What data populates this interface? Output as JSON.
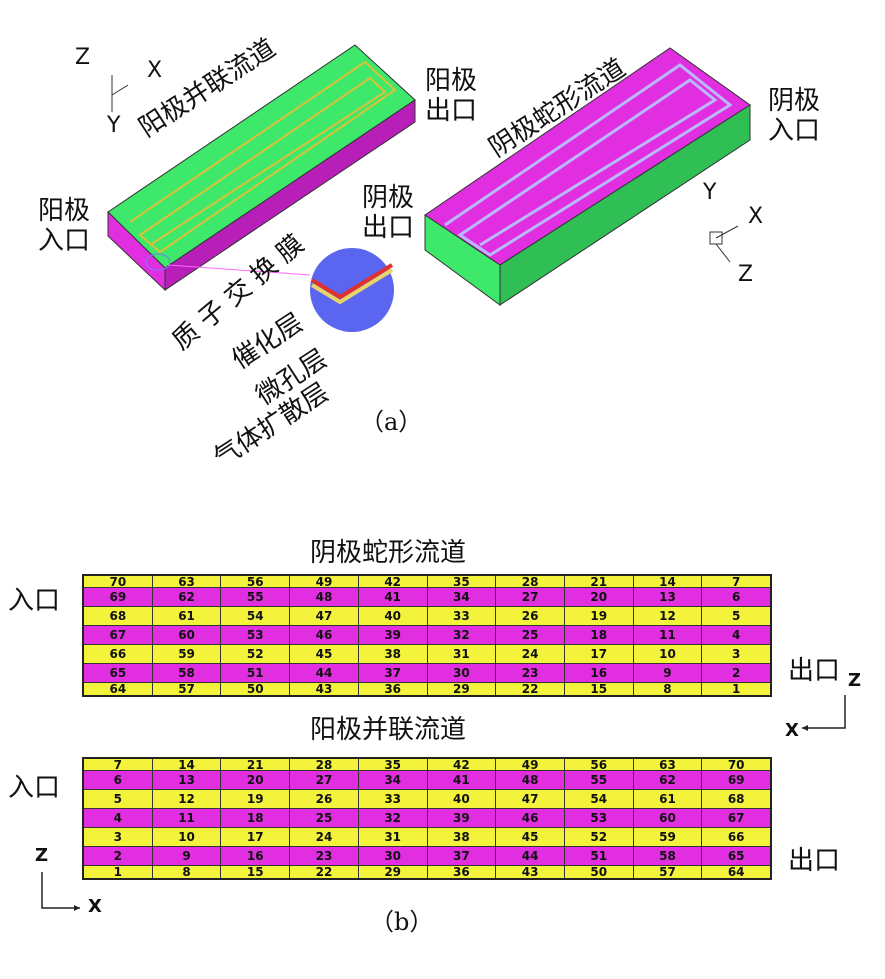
{
  "part_a": {
    "caption": "（a）",
    "anode_channel": "阳极并联流道",
    "cathode_channel": "阴极蛇形流道",
    "anode_outlet": [
      "阳极",
      "出口"
    ],
    "anode_inlet": [
      "阳极",
      "入口"
    ],
    "cathode_inlet": [
      "阴极",
      "入口"
    ],
    "cathode_outlet": [
      "阴极",
      "出口"
    ],
    "layers": [
      "质子交换膜",
      "催化层",
      "微孔层",
      "气体扩散层"
    ],
    "axes_left": {
      "z": "Z",
      "x": "X",
      "y": "Y"
    },
    "axes_right": {
      "y": "Y",
      "x": "X",
      "z": "Z"
    }
  },
  "part_b": {
    "caption": "（b）",
    "cathode": {
      "title": "阴极蛇形流道",
      "inlet": "入口",
      "outlet": "出口",
      "rows": [
        [
          70,
          63,
          56,
          49,
          42,
          35,
          28,
          21,
          14,
          7
        ],
        [
          69,
          62,
          55,
          48,
          41,
          34,
          27,
          20,
          13,
          6
        ],
        [
          68,
          61,
          54,
          47,
          40,
          33,
          26,
          19,
          12,
          5
        ],
        [
          67,
          60,
          53,
          46,
          39,
          32,
          25,
          18,
          11,
          4
        ],
        [
          66,
          59,
          52,
          45,
          38,
          31,
          24,
          17,
          10,
          3
        ],
        [
          65,
          58,
          51,
          44,
          37,
          30,
          23,
          16,
          9,
          2
        ],
        [
          64,
          57,
          50,
          43,
          36,
          29,
          22,
          15,
          8,
          1
        ]
      ],
      "axes": {
        "z": "Z",
        "x": "X"
      }
    },
    "anode": {
      "title": "阳极并联流道",
      "inlet": "入口",
      "outlet": "出口",
      "rows": [
        [
          7,
          14,
          21,
          28,
          35,
          42,
          49,
          56,
          63,
          70
        ],
        [
          6,
          13,
          20,
          27,
          34,
          41,
          48,
          55,
          62,
          69
        ],
        [
          5,
          12,
          19,
          26,
          33,
          40,
          47,
          54,
          61,
          68
        ],
        [
          4,
          11,
          18,
          25,
          32,
          39,
          46,
          53,
          60,
          67
        ],
        [
          3,
          10,
          17,
          24,
          31,
          38,
          45,
          52,
          59,
          66
        ],
        [
          2,
          9,
          16,
          23,
          30,
          37,
          44,
          51,
          58,
          65
        ],
        [
          1,
          8,
          15,
          22,
          29,
          36,
          43,
          50,
          57,
          64
        ]
      ],
      "axes": {
        "z": "Z",
        "x": "X"
      }
    }
  },
  "colors": {
    "yellow": "#f3f33c",
    "magenta": "#e02ee0",
    "green": "#3ee86a"
  }
}
